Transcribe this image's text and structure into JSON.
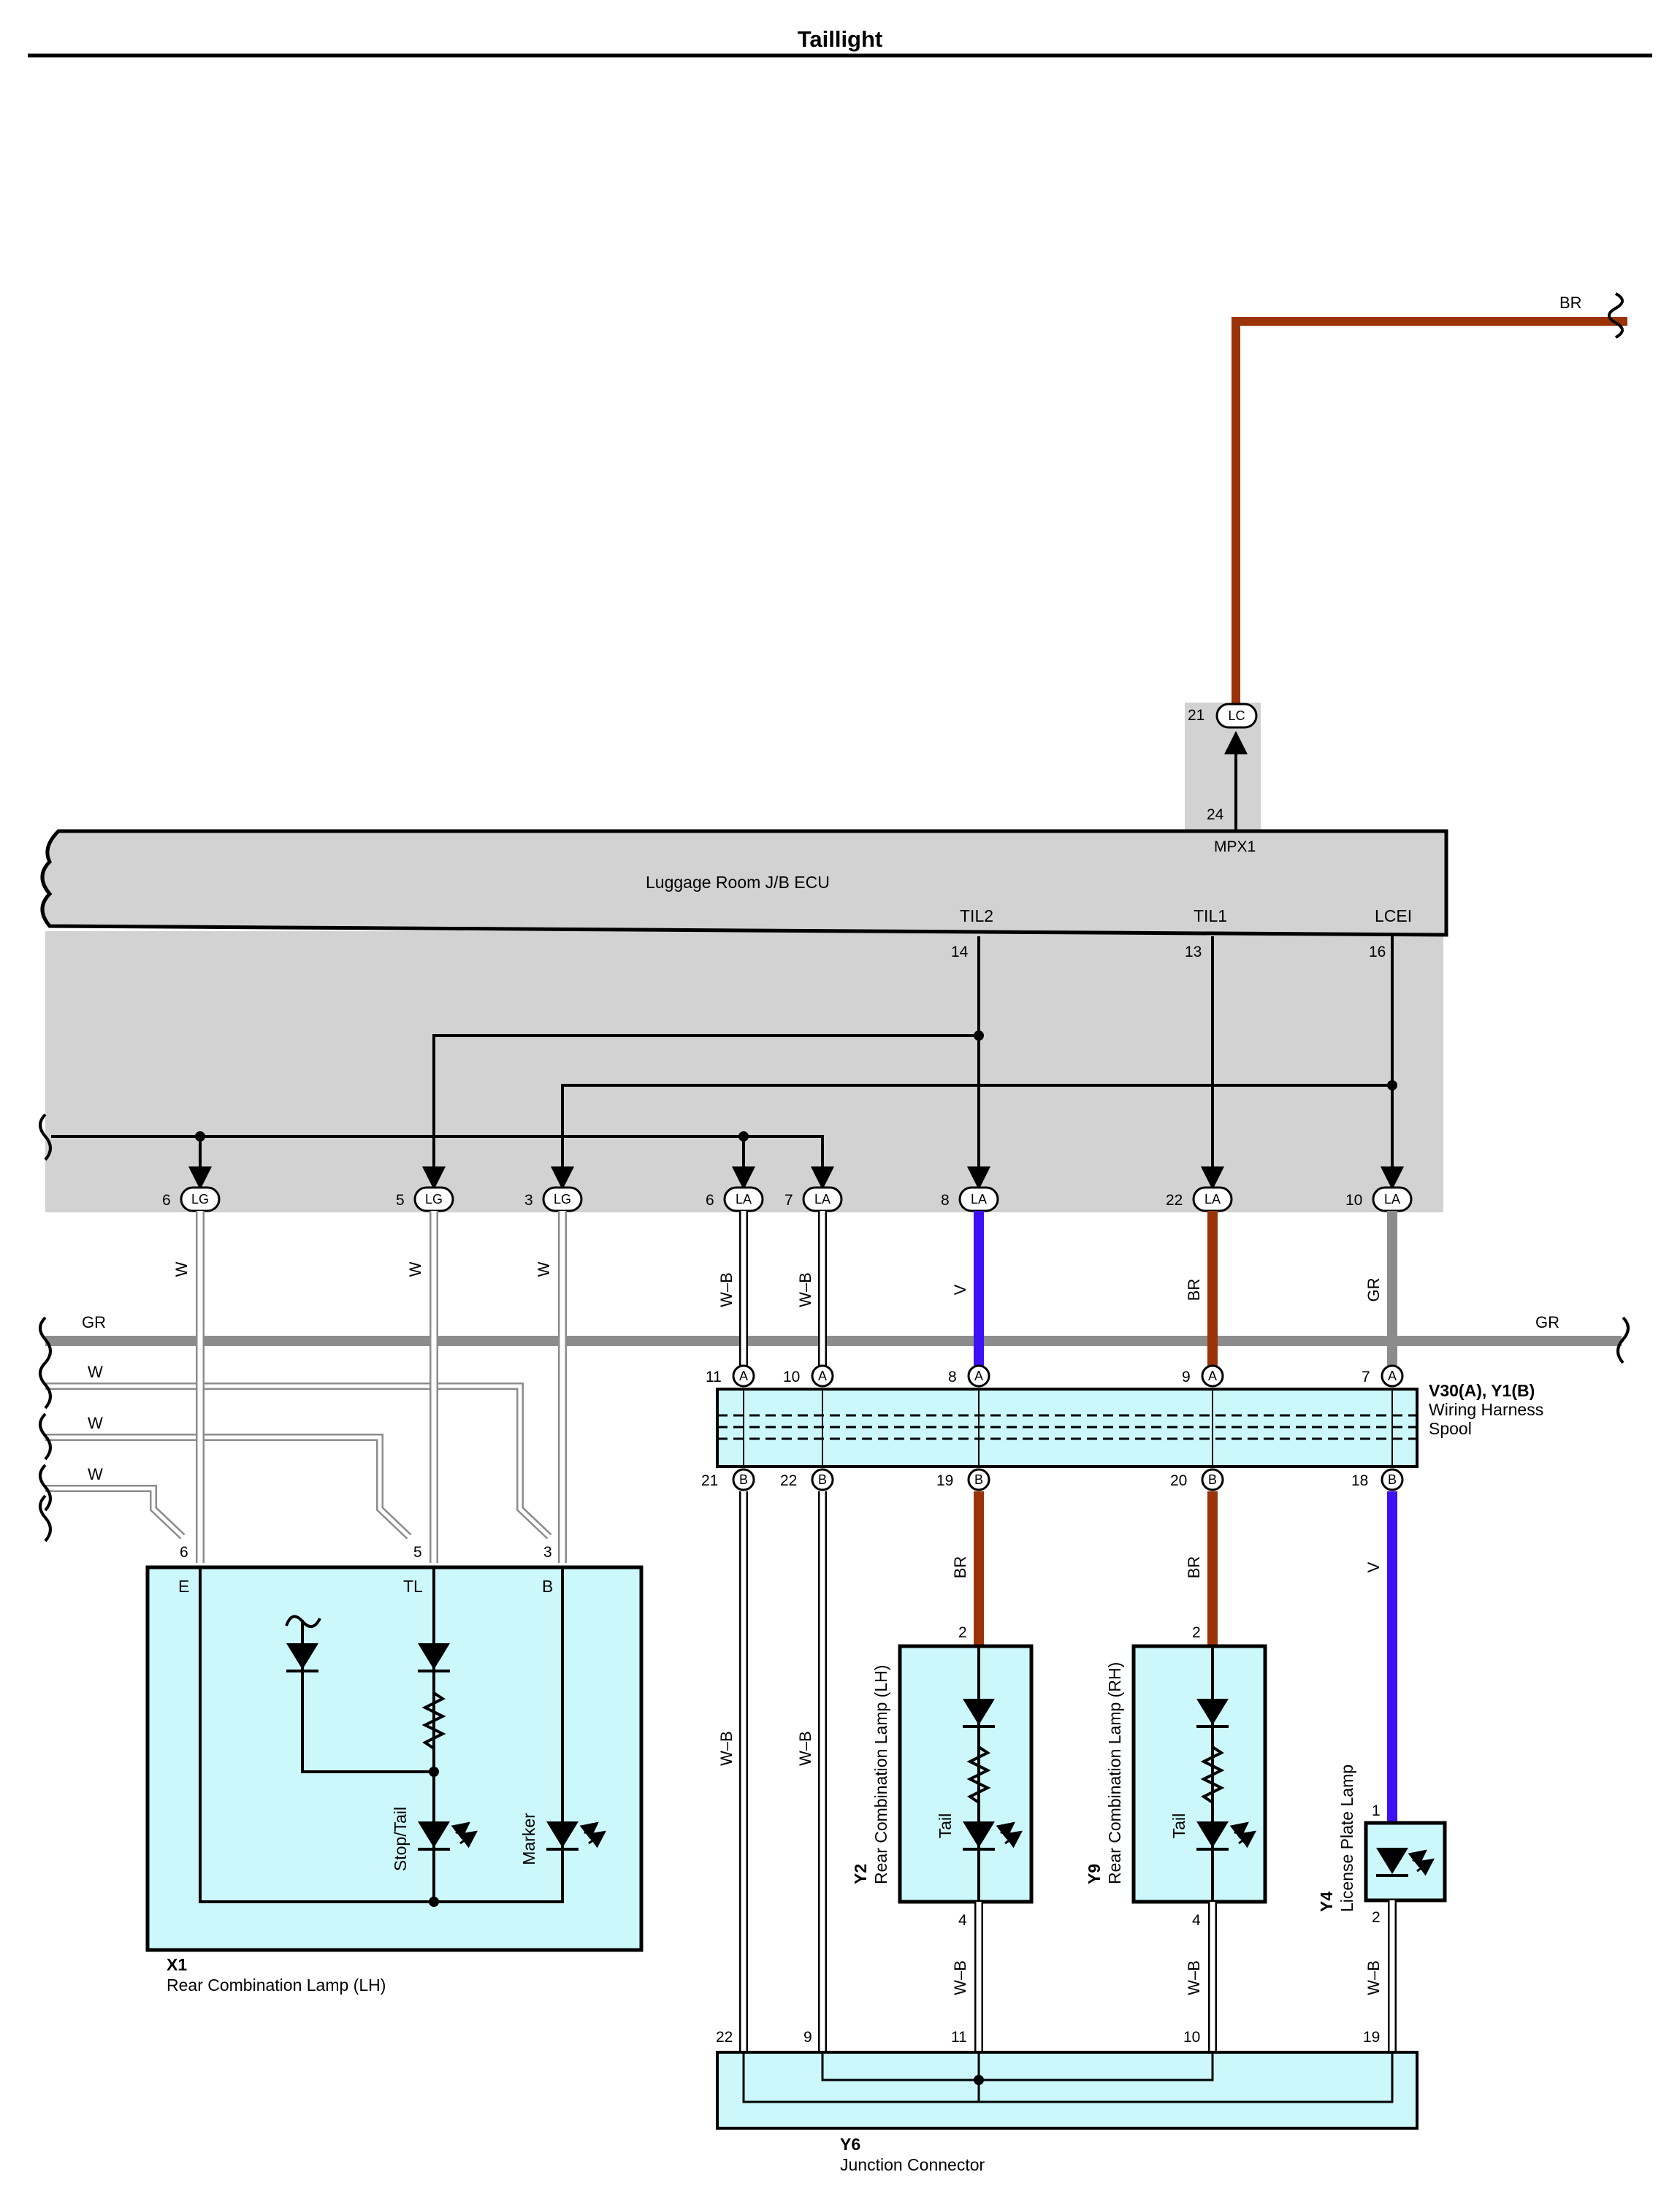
{
  "title": "Taillight",
  "ecu": {
    "name": "Luggage Room J/B ECU",
    "terminals": {
      "mpx1": "MPX1",
      "til2": "TIL2",
      "til1": "TIL1",
      "lcei": "LCEI"
    },
    "pins": {
      "mpx1": "24",
      "til2": "14",
      "til1": "13",
      "lcei": "16"
    }
  },
  "lc_connector": {
    "pin": "21",
    "code": "LC"
  },
  "connectors_top": [
    {
      "pin": "6",
      "code": "LG"
    },
    {
      "pin": "5",
      "code": "LG"
    },
    {
      "pin": "3",
      "code": "LG"
    },
    {
      "pin": "6",
      "code": "LA"
    },
    {
      "pin": "7",
      "code": "LA"
    },
    {
      "pin": "8",
      "code": "LA"
    },
    {
      "pin": "22",
      "code": "LA"
    },
    {
      "pin": "10",
      "code": "LA"
    }
  ],
  "wires": {
    "br_top": "BR",
    "gr_left": "GR",
    "gr_right": "GR",
    "w_left": [
      "W",
      "W",
      "W"
    ],
    "drops": [
      "W",
      "W",
      "W",
      "W–B",
      "W–B",
      "V",
      "BR",
      "GR"
    ],
    "spool_down": [
      "W–B",
      "W–B",
      "BR",
      "BR",
      "V"
    ],
    "lamp_down": [
      "W–B",
      "W–B",
      "W–B"
    ]
  },
  "spool": {
    "code": "V30(A), Y1(B)",
    "name_line1": "Wiring Harness",
    "name_line2": "Spool",
    "a_pins": [
      "11",
      "10",
      "8",
      "9",
      "7"
    ],
    "b_pins": [
      "21",
      "22",
      "19",
      "20",
      "18"
    ],
    "a_label": "A",
    "b_label": "B"
  },
  "x1": {
    "code": "X1",
    "name": "Rear Combination Lamp (LH)",
    "pins": [
      "6",
      "5",
      "3"
    ],
    "terminals": [
      "E",
      "TL",
      "B"
    ],
    "stop_tail": "Stop/Tail",
    "marker": "Marker"
  },
  "y2": {
    "code": "Y2",
    "name": "Rear Combination Lamp (LH)",
    "pin_top": "2",
    "pin_bottom": "4",
    "tail": "Tail"
  },
  "y9": {
    "code": "Y9",
    "name": "Rear Combination Lamp (RH)",
    "pin_top": "2",
    "pin_bottom": "4",
    "tail": "Tail"
  },
  "y4": {
    "code": "Y4",
    "name": "License Plate Lamp",
    "pin_top": "1",
    "pin_bottom": "2"
  },
  "y6": {
    "code": "Y6",
    "name": "Junction Connector",
    "pins": [
      "22",
      "9",
      "11",
      "10",
      "19"
    ]
  },
  "colors": {
    "br": "#9a3308",
    "v": "#3d10f5",
    "gr": "#8c8c8c",
    "w_outline": "#8c8c8c",
    "ecu_area": "#d2d2d2",
    "component_fill": "#ccf8fb"
  }
}
